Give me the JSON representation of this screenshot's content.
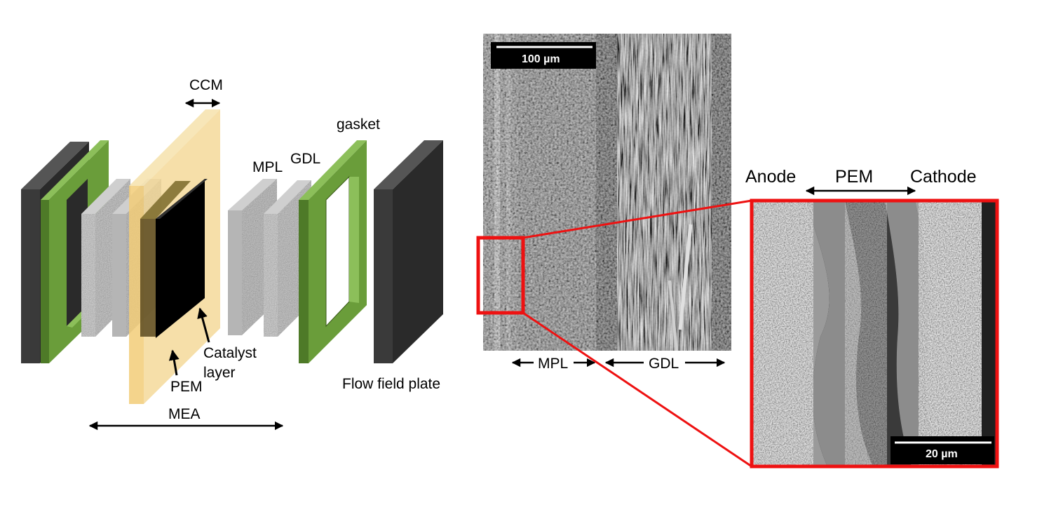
{
  "exploded_view": {
    "labels": {
      "ccm": "CCM",
      "gasket": "gasket",
      "mpl": "MPL",
      "gdl": "GDL",
      "catalyst_layer_line1": "Catalyst",
      "catalyst_layer_line2": "layer",
      "pem": "PEM",
      "flow_field_plate": "Flow field plate",
      "mea": "MEA"
    },
    "colors": {
      "plate": "#3a3a3a",
      "gasket": "#6a9d3a",
      "membrane": "#f4d896",
      "catalyst": "#000000",
      "porous_layer": "#a8a8a8"
    }
  },
  "sem_overview": {
    "scale_bar": "100 µm",
    "layer_labels": {
      "mpl": "MPL",
      "gdl": "GDL"
    }
  },
  "sem_zoom": {
    "scale_bar": "20 µm",
    "labels": {
      "anode": "Anode",
      "pem": "PEM",
      "cathode": "Cathode"
    },
    "highlight_color": "#ee1111"
  }
}
